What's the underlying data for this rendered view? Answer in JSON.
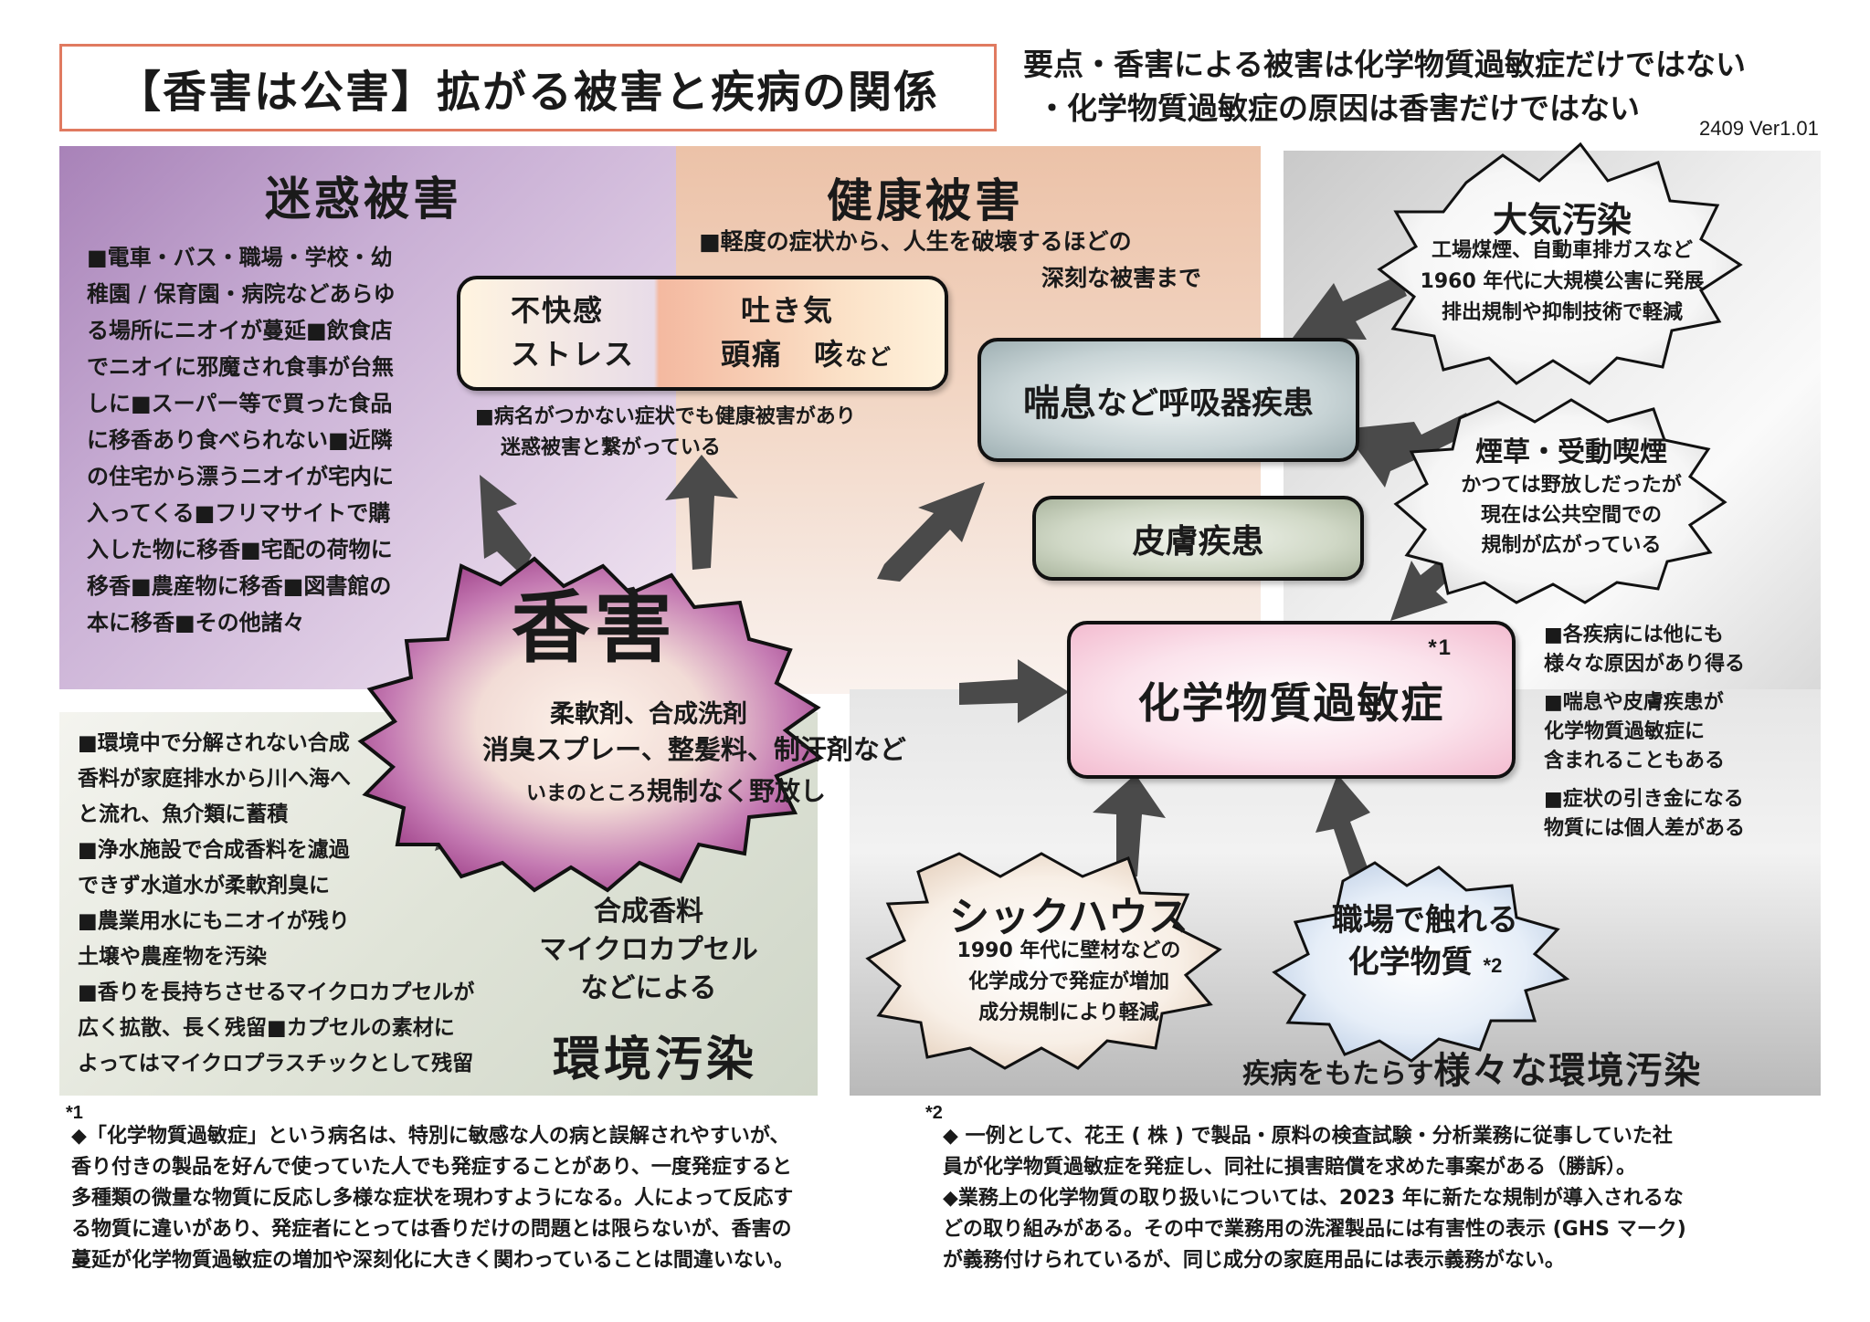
{
  "title": "【香害は公害】拡がる被害と疾病の関係",
  "summary": {
    "line1": "要点・香害による被害は化学物質過敏症だけではない",
    "line2": "・化学物質過敏症の原因は香害だけではない",
    "version": "2409 Ver1.01"
  },
  "meiwaku": {
    "heading": "迷惑被害",
    "lines": [
      "■電車・バス・職場・学校・幼",
      "稚園 / 保育園・病院などあらゆ",
      "る場所にニオイが蔓延■飲食店",
      "でニオイに邪魔され食事が台無",
      "しに■スーパー等で買った食品",
      "に移香あり食べられない■近隣",
      "の住宅から漂うニオイが宅内に",
      "入ってくる■フリマサイトで購",
      "入した物に移香■宅配の荷物に",
      "移香■農産物に移香■図書館の",
      "本に移香■その他諸々"
    ]
  },
  "kenko": {
    "heading": "健康被害",
    "sub1": "■軽度の症状から、人生を破壊するほどの",
    "sub2": "深刻な被害まで",
    "symptoms_left1": "不快感",
    "symptoms_left2": "ストレス",
    "symptoms_right1": "吐き気",
    "symptoms_right2a": "頭痛　咳",
    "symptoms_right2b": "など",
    "note1": "■病名がつかない症状でも健康被害があり",
    "note2": "迷惑被害と繋がっている"
  },
  "kogai": {
    "title": "香害",
    "line1": "柔軟剤、合成洗剤",
    "line2": "消臭スプレー、整髪料、制汗剤など",
    "line3a": "いまのところ",
    "line3b": "規制なく野放し"
  },
  "diseases": {
    "asthma_a": "喘息",
    "asthma_b": "など呼吸器疾患",
    "skin": "皮膚疾患",
    "mcs": "化学物質過敏症",
    "mcs_mark": "*1"
  },
  "taiki": {
    "title": "大気汚染",
    "line1": "工場煤煙、自動車排ガスなど",
    "line2": "1960 年代に大規模公害に発展",
    "line3": "排出規制や抑制技術で軽減"
  },
  "tabako": {
    "title": "煙草・受動喫煙",
    "line1": "かつては野放しだったが",
    "line2": "現在は公共空間での",
    "line3": "規制が広がっている"
  },
  "notes_right": [
    "■各疾病には他にも",
    "様々な原因があり得る",
    "■喘息や皮膚疾患が",
    "化学物質過敏症に",
    "含まれることもある",
    "■症状の引き金になる",
    "物質には個人差がある"
  ],
  "sickhouse": {
    "title": "シックハウス",
    "line1": "1990 年代に壁材などの",
    "line2": "化学成分で発症が増加",
    "line3": "成分規制により軽減"
  },
  "workplace": {
    "line1": "職場で触れる",
    "line2": "化学物質",
    "mark": "*2"
  },
  "env_caption_a": "疾病をもたらす",
  "env_caption_b": "様々な環境汚染",
  "env": {
    "lines": [
      "■環境中で分解されない合成",
      "香料が家庭排水から川へ海へ",
      "と流れ、魚介類に蓄積",
      "■浄水施設で合成香料を濾過",
      "できず水道水が柔軟剤臭に",
      "■農業用水にもニオイが残り",
      "土壌や農産物を汚染",
      "■香りを長持ちさせるマイクロカプセルが",
      "広く拡散、長く残留■カプセルの素材に",
      "よってはマイクロプラスチックとして残留"
    ],
    "mid1": "合成香料",
    "mid2": "マイクロカプセル",
    "mid3": "などによる",
    "heading": "環境汚染"
  },
  "footnote1": {
    "mark": "*1",
    "lines": [
      "◆「化学物質過敏症」という病名は、特別に敏感な人の病と誤解されやすいが、",
      "香り付きの製品を好んで使っていた人でも発症することがあり、一度発症すると",
      "多種類の微量な物質に反応し多様な症状を現わすようになる。人によって反応す",
      "る物質に違いがあり、発症者にとっては香りだけの問題とは限らないが、香害の",
      "蔓延が化学物質過敏症の増加や深刻化に大きく関わっていることは間違いない。"
    ]
  },
  "footnote2": {
    "mark": "*2",
    "lines": [
      "◆ 一例として、花王 ( 株 ) で製品・原料の検査試験・分析業務に従事していた社",
      "員が化学物質過敏症を発症し、同社に損害賠償を求めた事案がある（勝訴）。",
      "◆業務上の化学物質の取り扱いについては、2023 年に新たな規制が導入されるな",
      "どの取り組みがある。その中で業務用の洗濯製品には有害性の表示 (GHS マーク)",
      "が義務付けられているが、同じ成分の家庭用品には表示義務がない。"
    ]
  },
  "colors": {
    "title_border": "#e07a60",
    "meiwaku_bg": "#b592c4",
    "kenko_bg": "#eec6ae",
    "kogai_star": "#b05a9c",
    "mcs_box": "#f7cddb",
    "arrow": "#4a4a4a"
  }
}
